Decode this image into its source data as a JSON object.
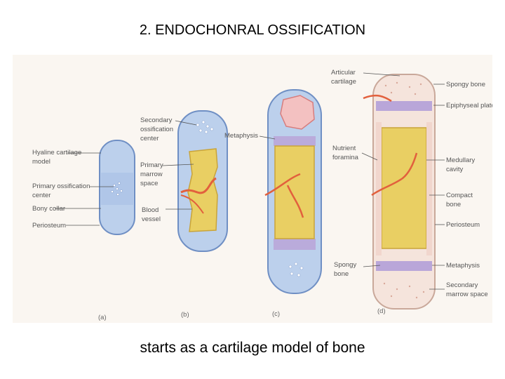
{
  "title": "2. ENDOCHONRAL OSSIFICATION",
  "caption": "starts as a cartilage model of bone",
  "figure": {
    "panels": {
      "a": "(a)",
      "b": "(b)",
      "c": "(c)",
      "d": "(d)"
    },
    "labels": {
      "hyaline_1": "Hyaline cartilage",
      "hyaline_2": "model",
      "primary_center_1": "Primary ossification",
      "primary_center_2": "center",
      "bony_collar": "Bony collar",
      "periosteum_a": "Periosteum",
      "secondary_center_1": "Secondary",
      "secondary_center_2": "ossification",
      "secondary_center_3": "center",
      "primary_marrow_1": "Primary",
      "primary_marrow_2": "marrow",
      "primary_marrow_3": "space",
      "blood_vessel_1": "Blood",
      "blood_vessel_2": "vessel",
      "metaphysis_c": "Metaphysis",
      "articular_1": "Articular",
      "articular_2": "cartilage",
      "nutrient_1": "Nutrient",
      "nutrient_2": "foramina",
      "spongy_1": "Spongy",
      "spongy_2": "bone",
      "spongy_bone": "Spongy bone",
      "epiphyseal_plate": "Epiphyseal plate",
      "medullary_1": "Medullary",
      "medullary_2": "cavity",
      "compact_1": "Compact",
      "compact_2": "bone",
      "periosteum_d": "Periosteum",
      "metaphysis_d": "Metaphysis",
      "secondary_marrow_1": "Secondary",
      "secondary_marrow_2": "marrow space"
    },
    "colors": {
      "cartilage": "#bcd0ec",
      "cartilage_edge": "#6f8fc4",
      "marrow": "#e9cf63",
      "marrow_edge": "#c9a43a",
      "vessel": "#e2603d",
      "epiphyseal": "#b9a6d9",
      "bone_pink": "#f5e4dc",
      "background": "#faf6f1"
    }
  }
}
